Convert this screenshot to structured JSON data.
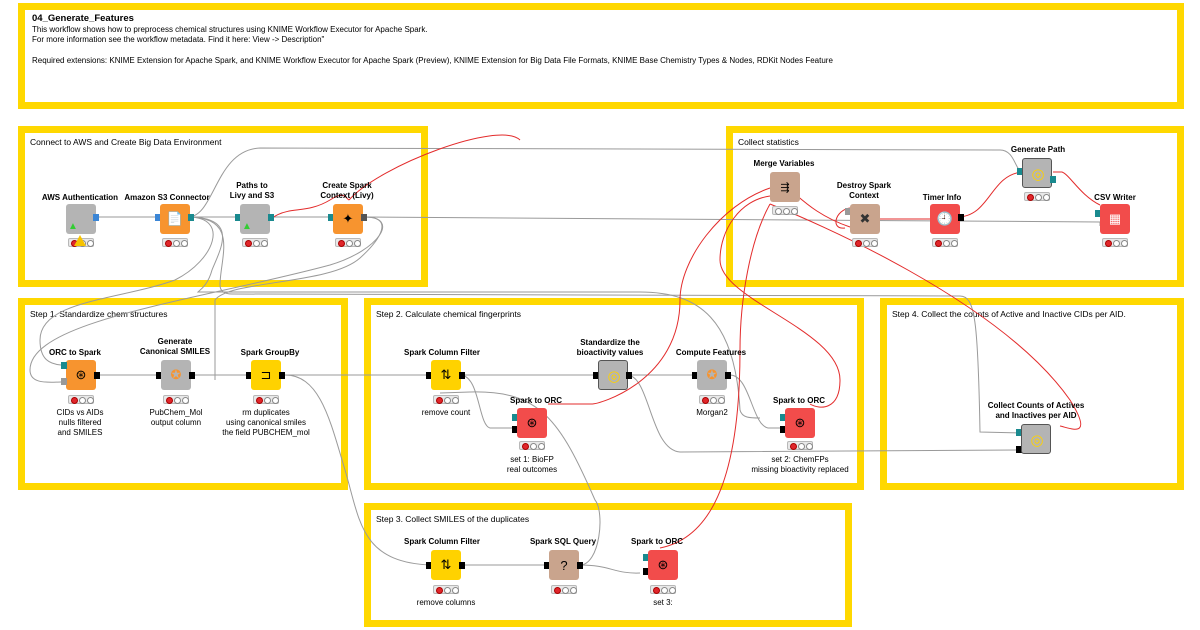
{
  "workflow": {
    "title": "04_Generate_Features",
    "line1": "This workflow shows how to preprocess chemical structures using KNIME Workflow Executor for Apache Spark.",
    "line2": "For more information see the workflow metadata. Find it here: View -> Description\"",
    "line3": "Required extensions: KNIME Extension for Apache Spark, and KNIME Workflow Executor for Apache Spark (Preview), KNIME Extension for Big Data File Formats, KNIME Base Chemistry Types & Nodes, RDKit Nodes Feature"
  },
  "annotations": {
    "aws": "Connect to AWS and Create Big Data Environment",
    "stats": "Collect statistics",
    "step1": "Step 1. Standardize chem structures",
    "step2": "Step 2. Calculate chemical fingerprints",
    "step3": "Step 3. Collect SMILES of the duplicates",
    "step4": "Step 4. Collect the counts of Active and Inactive CIDs per AID."
  },
  "nodes": {
    "aws_auth": {
      "label": "AWS Authentication",
      "comment": ""
    },
    "s3_conn": {
      "label": "Amazon S3 Connector",
      "comment": ""
    },
    "paths": {
      "label": "Paths to\nLivy and S3",
      "comment": ""
    },
    "spark_ctx": {
      "label": "Create Spark\nContext (Livy)",
      "comment": ""
    },
    "merge_vars": {
      "label": "Merge Variables",
      "comment": ""
    },
    "destroy_ctx": {
      "label": "Destroy Spark\nContext",
      "comment": ""
    },
    "timer": {
      "label": "Timer Info",
      "comment": ""
    },
    "gen_path": {
      "label": "Generate Path",
      "comment": ""
    },
    "csv_writer": {
      "label": "CSV Writer",
      "comment": ""
    },
    "orc_to_spark": {
      "label": "ORC to Spark",
      "comment": "CIDs vs AIDs\nnulls filtered\nand SMILES"
    },
    "canon_smiles": {
      "label": "Generate\nCanonical SMILES",
      "comment": "PubChem_Mol\noutput column"
    },
    "spark_groupby": {
      "label": "Spark GroupBy",
      "comment": "rm duplicates\nusing canonical smiles\nthe field PUBCHEM_mol"
    },
    "col_filter1": {
      "label": "Spark Column Filter",
      "comment": "remove count"
    },
    "spark_orc1": {
      "label": "Spark to ORC",
      "comment": "set 1: BioFP\nreal outcomes"
    },
    "standardize": {
      "label": "Standardize the\nbioactivity values",
      "comment": ""
    },
    "compute_feat": {
      "label": "Compute Features",
      "comment": "Morgan2"
    },
    "spark_orc2": {
      "label": "Spark to ORC",
      "comment": "set 2: ChemFPs\nmissing bioactivity replaced"
    },
    "collect_counts": {
      "label": "Collect Counts of Actives\nand Inactives per AID",
      "comment": ""
    },
    "col_filter2": {
      "label": "Spark Column Filter",
      "comment": "remove columns"
    },
    "sql_query": {
      "label": "Spark SQL Query",
      "comment": ""
    },
    "spark_orc3": {
      "label": "Spark to ORC",
      "comment": "set 3:"
    }
  },
  "colors": {
    "annotation_border": "#ffd800",
    "node_orange": "#f7942f",
    "node_red": "#f24c4b",
    "node_gray": "#b4b4b4",
    "node_yellow": "#ffd200",
    "node_tan": "#c9a48d",
    "flow_variable_line": "#e32b2b",
    "data_line": "#9a9a9a"
  }
}
